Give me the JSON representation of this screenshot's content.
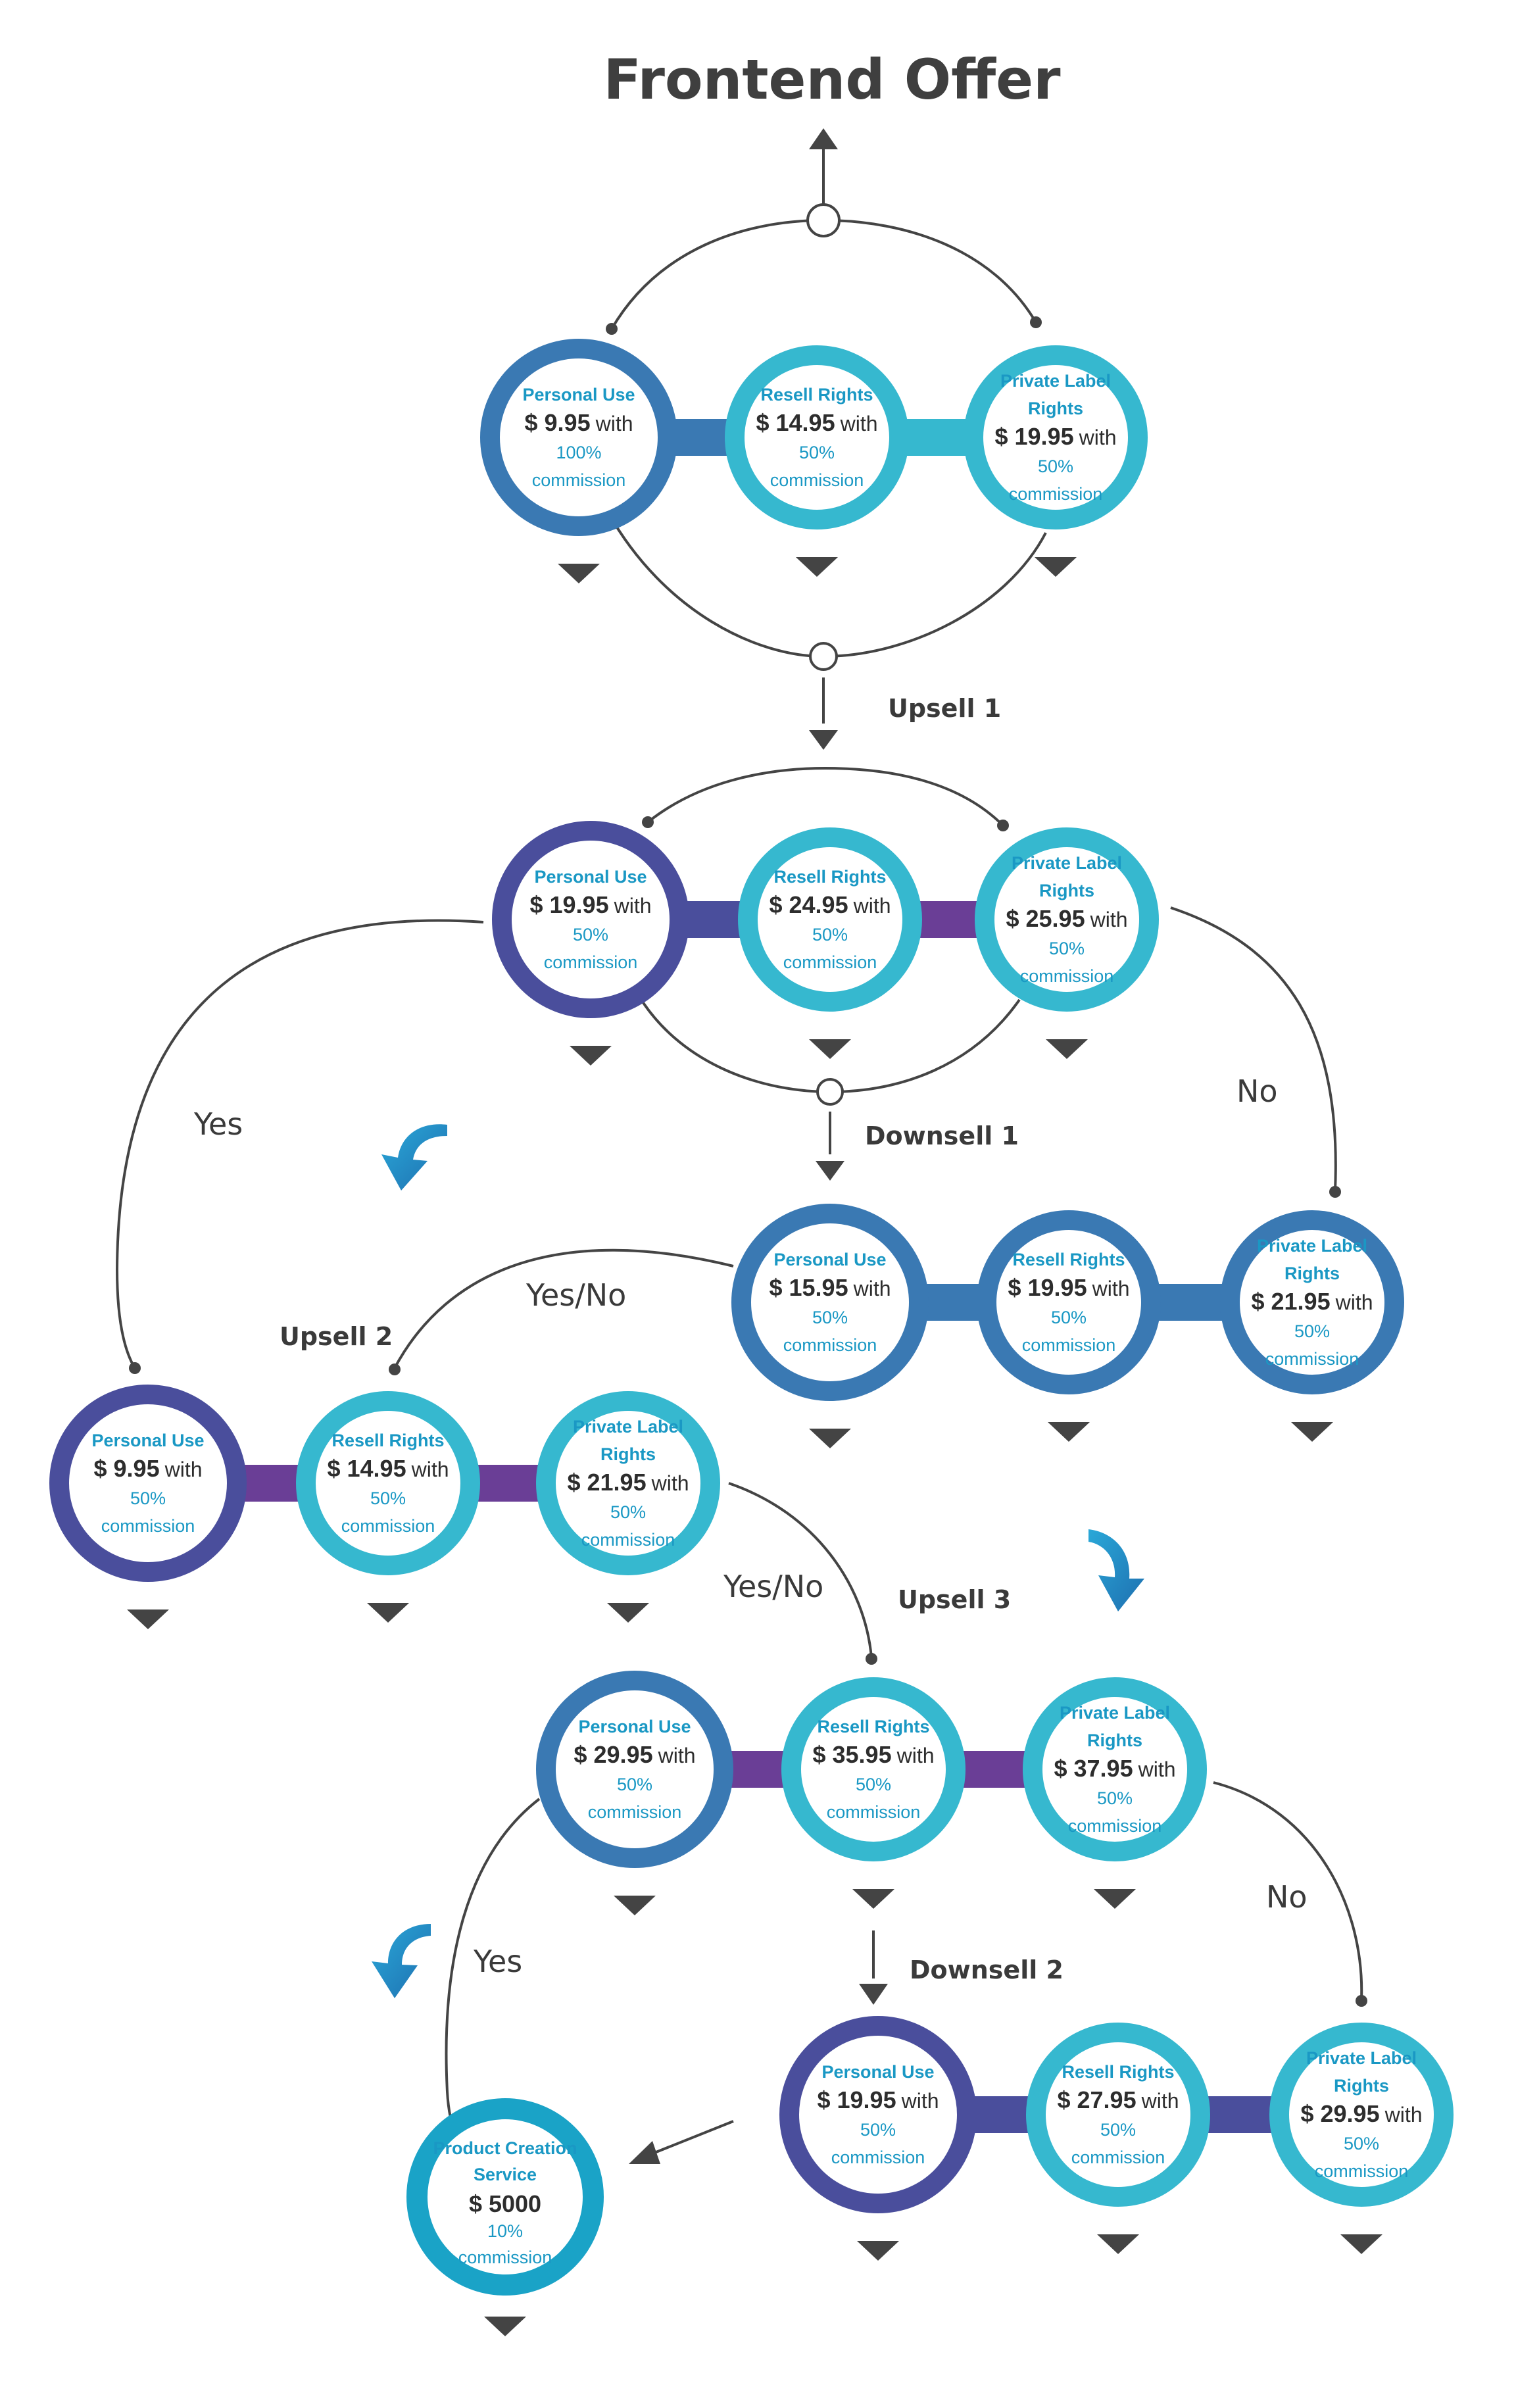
{
  "title": "Frontend Offer",
  "labels": {
    "upsell1": "Upsell 1",
    "downsell1": "Downsell  1",
    "upsell2": "Upsell 2",
    "upsell3": "Upsell 3",
    "downsell2": "Downsell 2",
    "yes_left": "Yes",
    "no_right": "No",
    "yesno_1": "Yes/No",
    "yesno_2": "Yes/No",
    "no_right_2": "No",
    "yes_left_2": "Yes"
  },
  "colors": {
    "indigo": "#4a4e9c",
    "blue": "#3a79b3",
    "teal": "#36b8cf",
    "cyan": "#1aa3c7",
    "purple": "#6a3e96",
    "text_accent": "#1a98c4"
  },
  "frontend": [
    {
      "title": [
        "Personal Use"
      ],
      "price": "$ 9.95",
      "with": "with",
      "note": [
        "100%",
        "commission"
      ],
      "ring": "blue"
    },
    {
      "title": [
        "Resell Rights"
      ],
      "price": "$ 14.95",
      "with": "with",
      "note": [
        "50%",
        "commission"
      ],
      "ring": "teal"
    },
    {
      "title": [
        "Private Label",
        "Rights"
      ],
      "price": "$ 19.95",
      "with": "with",
      "note": [
        "50%",
        "commission"
      ],
      "ring": "teal"
    }
  ],
  "upsell1": [
    {
      "title": [
        "Personal Use"
      ],
      "price": "$ 19.95",
      "with": "with",
      "note": [
        "50%",
        "commission"
      ],
      "ring": "indigo"
    },
    {
      "title": [
        "Resell Rights"
      ],
      "price": "$ 24.95",
      "with": "with",
      "note": [
        "50%",
        "commission"
      ],
      "ring": "teal"
    },
    {
      "title": [
        "Private Label",
        "Rights"
      ],
      "price": "$ 25.95",
      "with": "with",
      "note": [
        "50%",
        "commission"
      ],
      "ring": "teal"
    }
  ],
  "downsell1": [
    {
      "title": [
        "Personal Use"
      ],
      "price": "$ 15.95",
      "with": "with",
      "note": [
        "50%",
        "commission"
      ],
      "ring": "blue"
    },
    {
      "title": [
        "Resell Rights"
      ],
      "price": "$ 19.95",
      "with": "with",
      "note": [
        "50%",
        "commission"
      ],
      "ring": "blue"
    },
    {
      "title": [
        "Private Label",
        "Rights"
      ],
      "price": "$ 21.95",
      "with": "with",
      "note": [
        "50%",
        "commission"
      ],
      "ring": "blue"
    }
  ],
  "upsell2": [
    {
      "title": [
        "Personal  Use"
      ],
      "price": "$ 9.95",
      "with": "with",
      "note": [
        "50%",
        "commission"
      ],
      "ring": "indigo"
    },
    {
      "title": [
        "Resell Rights"
      ],
      "price": "$ 14.95",
      "with": "with",
      "note": [
        "50%",
        "commission"
      ],
      "ring": "teal"
    },
    {
      "title": [
        "Private Label",
        "Rights"
      ],
      "price": "$ 21.95",
      "with": "with",
      "note": [
        "50%",
        "commission"
      ],
      "ring": "teal"
    }
  ],
  "upsell3": [
    {
      "title": [
        "Personal  Use"
      ],
      "price": "$ 29.95",
      "with": "with",
      "note": [
        "50%",
        "commission"
      ],
      "ring": "blue"
    },
    {
      "title": [
        "Resell Rights"
      ],
      "price": "$ 35.95",
      "with": "with",
      "note": [
        "50%",
        "commission"
      ],
      "ring": "teal"
    },
    {
      "title": [
        "Private Label",
        "Rights"
      ],
      "price": "$ 37.95",
      "with": "with",
      "note": [
        "50%",
        "commission"
      ],
      "ring": "teal"
    }
  ],
  "downsell2": [
    {
      "title": [
        "Personal Use"
      ],
      "price": "$ 19.95",
      "with": "with",
      "note": [
        "50%",
        "commission"
      ],
      "ring": "indigo"
    },
    {
      "title": [
        "Resell Rights"
      ],
      "price": "$ 27.95",
      "with": "with",
      "note": [
        "50%",
        "commission"
      ],
      "ring": "teal"
    },
    {
      "title": [
        "Private Label",
        "Rights"
      ],
      "price": "$ 29.95",
      "with": "with",
      "note": [
        "50%",
        "commission"
      ],
      "ring": "teal"
    }
  ],
  "service": {
    "title": [
      "Product Creation",
      "Service"
    ],
    "price": "$ 5000",
    "note": [
      "10%",
      "commission"
    ],
    "ring": "cyan"
  }
}
